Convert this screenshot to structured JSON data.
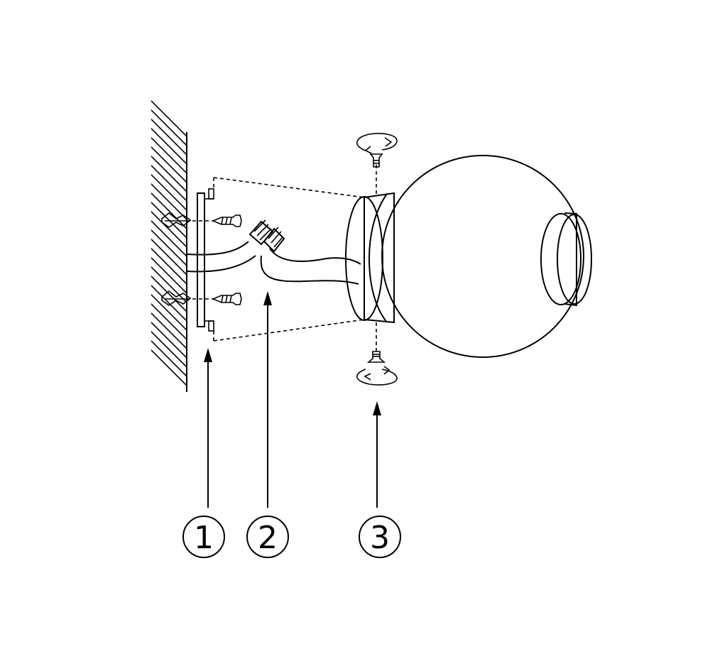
{
  "callouts": [
    {
      "number": "1"
    },
    {
      "number": "2"
    },
    {
      "number": "3"
    }
  ],
  "colors": {
    "line": "#000000",
    "background": "#ffffff"
  },
  "icons": [
    "wall-hatch",
    "mounting-bracket",
    "wall-plug",
    "screw",
    "wire-connector",
    "globe-lamp",
    "rotation-arrow"
  ]
}
